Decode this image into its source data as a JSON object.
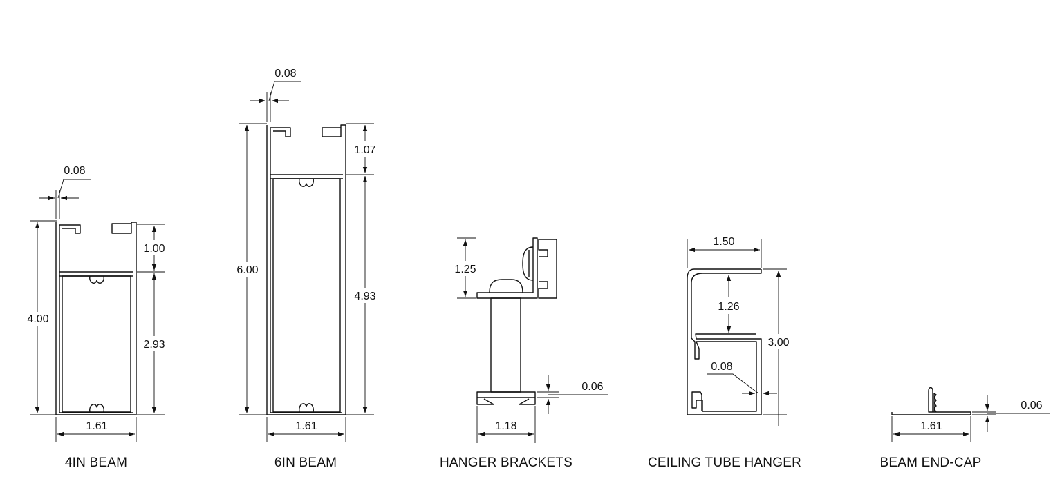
{
  "parts": {
    "beam4": {
      "caption": "4IN  BEAM",
      "dims": {
        "wall": "0.08",
        "top": "1.00",
        "bottom": "2.93",
        "height": "4.00",
        "width": "1.61"
      }
    },
    "beam6": {
      "caption": "6IN  BEAM",
      "dims": {
        "wall": "0.08",
        "top": "1.07",
        "bottom": "4.93",
        "height": "6.00",
        "width": "1.61"
      }
    },
    "hanger_brackets": {
      "caption": "HANGER BRACKETS",
      "dims": {
        "height": "1.25",
        "plate": "0.06",
        "width": "1.18"
      }
    },
    "ceiling_tube_hanger": {
      "caption": "CEILING TUBE HANGER",
      "dims": {
        "width": "1.50",
        "opening": "1.26",
        "height": "3.00",
        "wall": "0.08"
      }
    },
    "beam_end_cap": {
      "caption": "BEAM END-CAP",
      "dims": {
        "thickness": "0.06",
        "width": "1.61"
      }
    }
  }
}
